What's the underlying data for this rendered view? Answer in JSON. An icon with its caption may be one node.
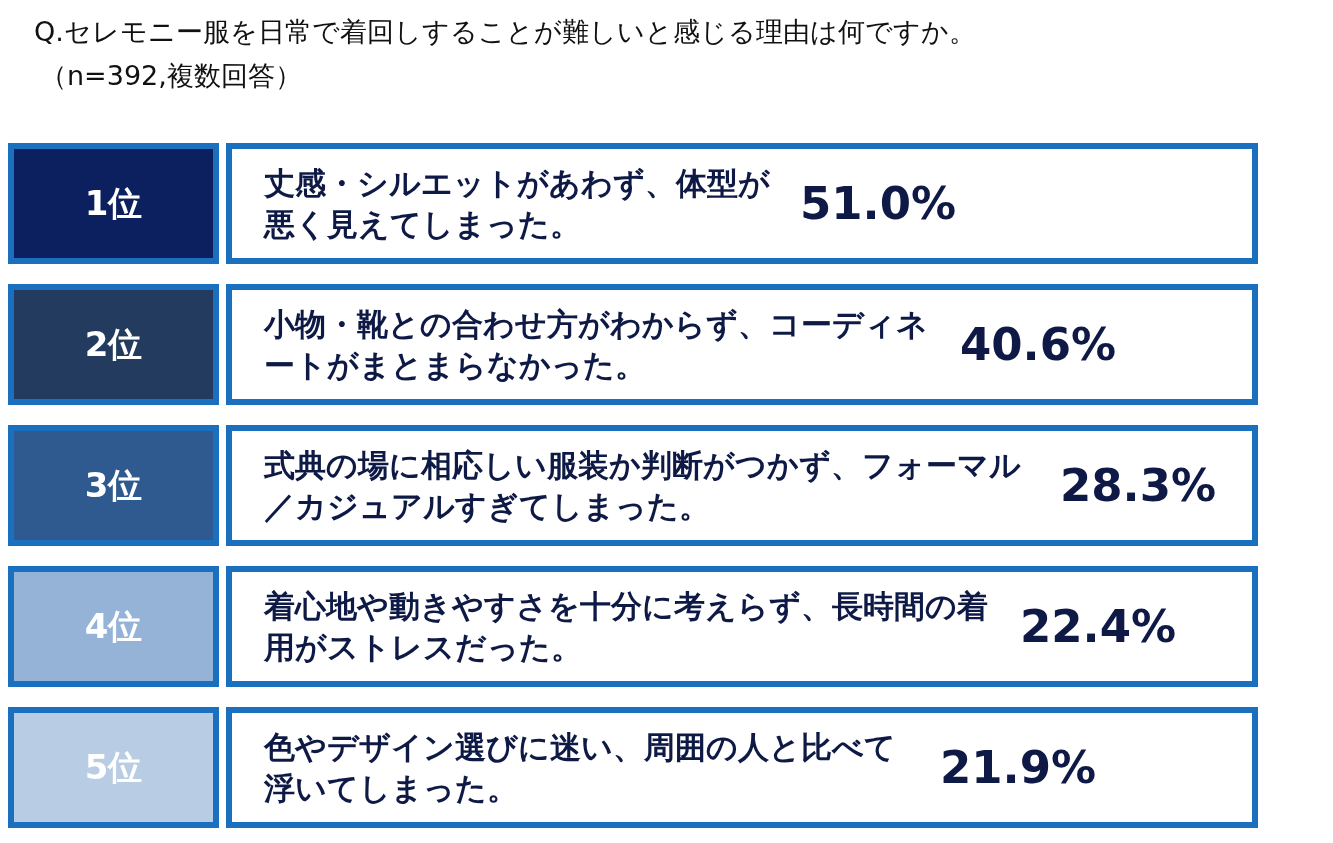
{
  "diagram": {
    "title": "Q.セレモニー服を日常で着回しすることが難しいと感じる理由は何ですか。",
    "nodes": [
      {
        "text": [
          "1位"
        ]
      },
      {
        "text": [
          "丈感・シルエットがあわず、体型が悪く見えてしまった。",
          "51.0%"
        ]
      },
      {
        "text": [
          "2位"
        ]
      },
      {
        "text": [
          "小物・靴との合わせ方がわからず、コーディネートがまとまらなかった。",
          "40.6%"
        ]
      },
      {
        "text": [
          "3位"
        ]
      },
      {
        "text": [
          "式典の場に相応しい服装か判断がつかず、フォーマル／カジュアルすぎてしまった。",
          "28.3%"
        ]
      },
      {
        "text": [
          "4位"
        ]
      },
      {
        "text": [
          "着心地や動きやすさを十分に考えらず、長時間の着用がストレスだった。",
          "22.4%"
        ]
      },
      {
        "text": [
          "5位"
        ]
      },
      {
        "text": [
          "色やデザイン選びに迷い、周囲の人と比べて浮いてしまった。",
          "21.9%"
        ]
      }
    ],
    "labels": [
      "（n=392,複数回答）"
    ]
  }
}
